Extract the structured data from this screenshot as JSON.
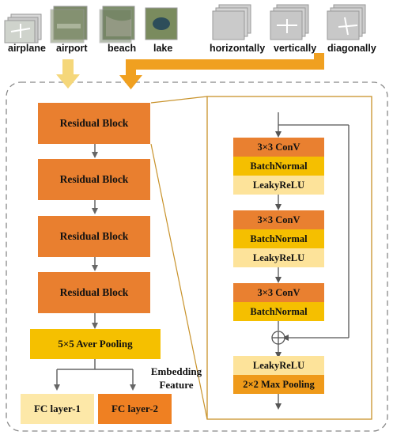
{
  "image_labels": [
    "airplane",
    "airport",
    "beach",
    "lake",
    "horizontally",
    "vertically",
    "diagonally"
  ],
  "main": {
    "residual_blocks": [
      "Residual Block",
      "Residual Block",
      "Residual Block",
      "Residual Block"
    ],
    "pooling": "5×5 Aver Pooling",
    "fc1": "FC layer-1",
    "fc2": "FC layer-2",
    "embedding_line1": "Embedding",
    "embedding_line2": "Feature"
  },
  "detail": {
    "group1": [
      "3×3 ConV",
      "BatchNormal",
      "LeakyReLU"
    ],
    "group2": [
      "3×3 ConV",
      "BatchNormal",
      "LeakyReLU"
    ],
    "group3": [
      "3×3 ConV",
      "BatchNormal"
    ],
    "after": [
      "LeakyReLU",
      "2×2 Max Pooling"
    ]
  },
  "colors": {
    "residual": "#e97f2f",
    "pooling": "#f5c000",
    "arrow_input": "#f5d77a",
    "arrow_augment": "#f0a020",
    "frame": "#c8922a"
  }
}
